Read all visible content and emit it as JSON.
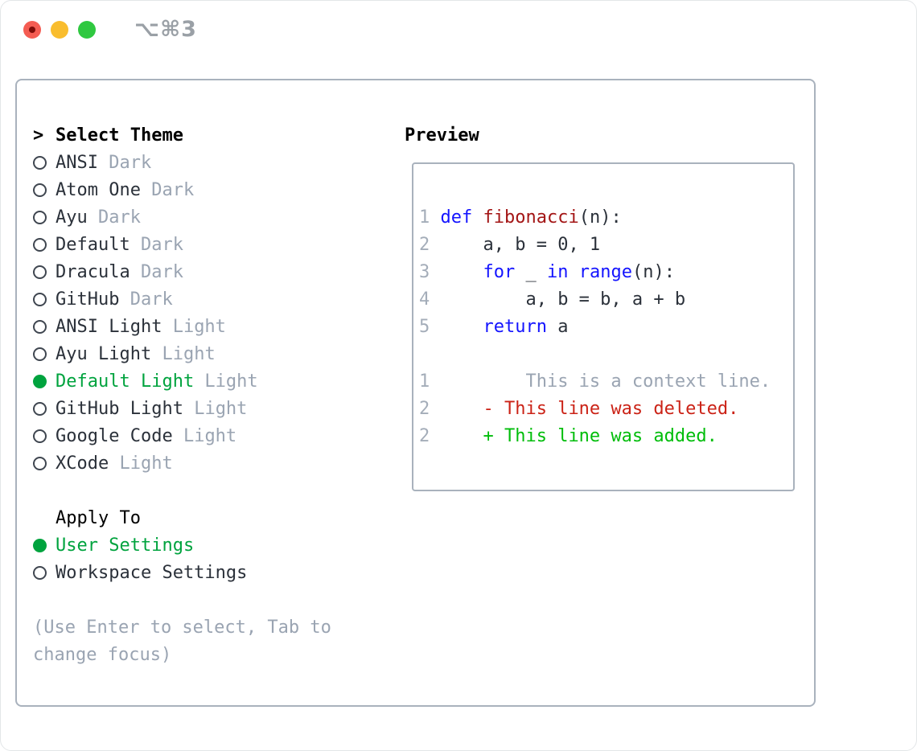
{
  "window": {
    "title": "⌥⌘3"
  },
  "traffic_lights": {
    "close_color": "#f45c52",
    "close_dot_color": "#7e0c08",
    "minimize_color": "#f9bd2e",
    "maximize_color": "#2fc840"
  },
  "palette": {
    "plain": "#2b313a",
    "muted": "#9aa4b2",
    "accent_green": "#00a33e",
    "marker_ring": "#3f4650",
    "keyword": "#1414ff",
    "function": "#a31515",
    "context": "#9aa4b2",
    "deleted": "#cb2317",
    "added": "#00bd0a",
    "line_number": "#a4adb9",
    "border": "#a9b2bd"
  },
  "theme_picker": {
    "cursor": ">",
    "heading": "Select Theme",
    "items": [
      {
        "name": "ANSI",
        "variant": "Dark",
        "selected": false
      },
      {
        "name": "Atom One",
        "variant": "Dark",
        "selected": false
      },
      {
        "name": "Ayu",
        "variant": "Dark",
        "selected": false
      },
      {
        "name": "Default",
        "variant": "Dark",
        "selected": false
      },
      {
        "name": "Dracula",
        "variant": "Dark",
        "selected": false
      },
      {
        "name": "GitHub",
        "variant": "Dark",
        "selected": false
      },
      {
        "name": "ANSI Light",
        "variant": "Light",
        "selected": false
      },
      {
        "name": "Ayu Light",
        "variant": "Light",
        "selected": false
      },
      {
        "name": "Default Light",
        "variant": "Light",
        "selected": true
      },
      {
        "name": "GitHub Light",
        "variant": "Light",
        "selected": false
      },
      {
        "name": "Google Code",
        "variant": "Light",
        "selected": false
      },
      {
        "name": "XCode",
        "variant": "Light",
        "selected": false
      }
    ],
    "apply_heading": "Apply To",
    "apply_options": [
      {
        "label": "User Settings",
        "selected": true
      },
      {
        "label": "Workspace Settings",
        "selected": false
      }
    ],
    "help_lines": [
      "(Use Enter to select, Tab to",
      "change focus)"
    ]
  },
  "preview": {
    "heading": "Preview",
    "lines": [
      {
        "num": "1",
        "segments": [
          [
            "keyword",
            "def"
          ],
          [
            "plain",
            " "
          ],
          [
            "function",
            "fibonacci"
          ],
          [
            "plain",
            "(n):"
          ]
        ]
      },
      {
        "num": "2",
        "segments": [
          [
            "plain",
            "    a, b = 0, 1"
          ]
        ]
      },
      {
        "num": "3",
        "segments": [
          [
            "plain",
            "    "
          ],
          [
            "keyword",
            "for"
          ],
          [
            "plain",
            " _ "
          ],
          [
            "keyword",
            "in"
          ],
          [
            "plain",
            " "
          ],
          [
            "keyword",
            "range"
          ],
          [
            "plain",
            "(n):"
          ]
        ]
      },
      {
        "num": "4",
        "segments": [
          [
            "plain",
            "        a, b = b, a + b"
          ]
        ]
      },
      {
        "num": "5",
        "segments": [
          [
            "plain",
            "    "
          ],
          [
            "keyword",
            "return"
          ],
          [
            "plain",
            " a"
          ]
        ]
      },
      {
        "num": "",
        "segments": []
      },
      {
        "num": "1",
        "segments": [
          [
            "context",
            "        This is a context line."
          ]
        ]
      },
      {
        "num": "2",
        "segments": [
          [
            "deleted",
            "    - This line was deleted."
          ]
        ]
      },
      {
        "num": "2",
        "segments": [
          [
            "added",
            "    + This line was added."
          ]
        ]
      }
    ]
  }
}
